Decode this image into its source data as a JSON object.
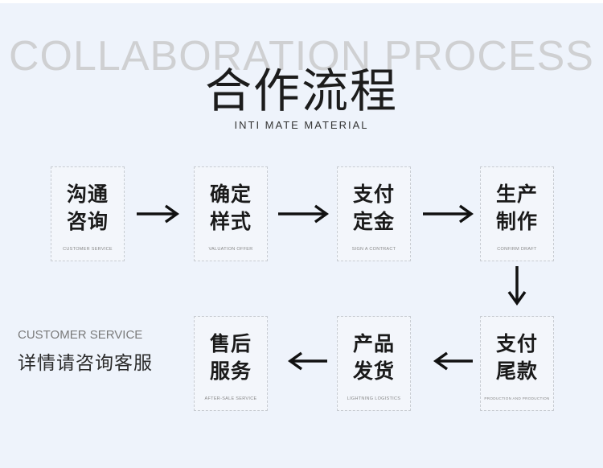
{
  "header": {
    "bg_title": "COLLABORATION PROCESS",
    "title": "合作流程",
    "subtitle": "INTI MATE MATERIAL"
  },
  "steps": [
    {
      "line1": "沟通",
      "line2": "咨询",
      "en": "CUSTOMER SERVICE"
    },
    {
      "line1": "确定",
      "line2": "样式",
      "en": "VALUATION OFFER"
    },
    {
      "line1": "支付",
      "line2": "定金",
      "en": "SIGN A CONTRACT"
    },
    {
      "line1": "生产",
      "line2": "制作",
      "en": "CONFIRM DRAFT"
    },
    {
      "line1": "支付",
      "line2": "尾款",
      "en": "PRODUCTION AND PRODUCTION"
    },
    {
      "line1": "产品",
      "line2": "发货",
      "en": "LIGHTNING LOGISTICS"
    },
    {
      "line1": "售后",
      "line2": "服务",
      "en": "AFTER-SALE SERVICE"
    }
  ],
  "side": {
    "en": "CUSTOMER SERVICE",
    "cn": "详情请咨询客服"
  },
  "colors": {
    "background": "#eef3fb",
    "arrow": "#111111"
  }
}
